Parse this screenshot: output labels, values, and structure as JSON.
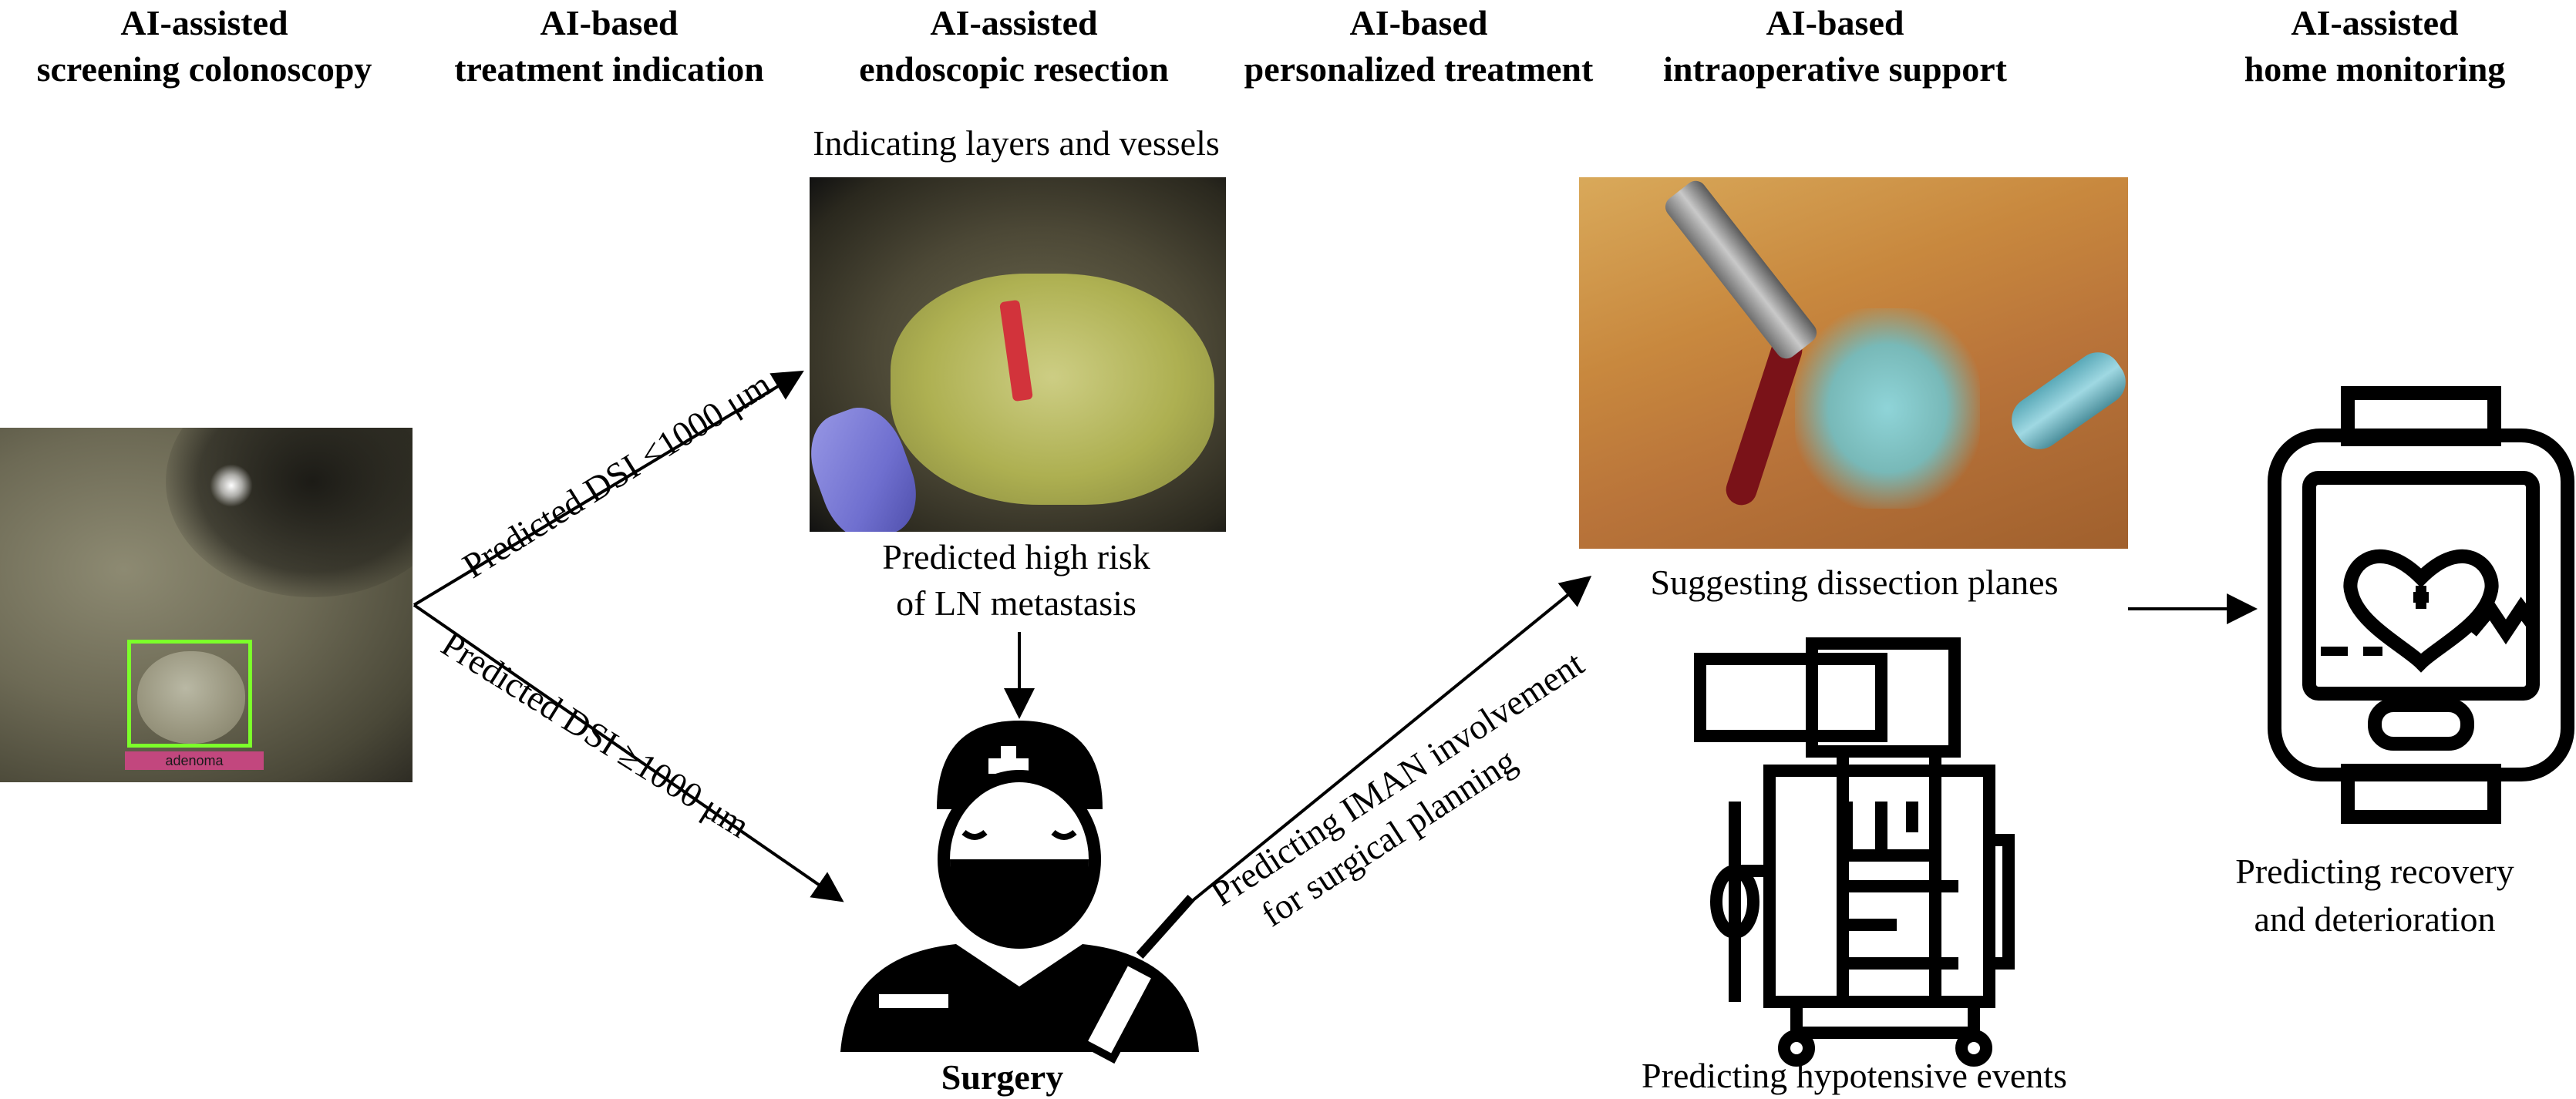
{
  "headers": [
    {
      "line1": "AI-assisted",
      "line2": "screening colonoscopy"
    },
    {
      "line1": "AI-based",
      "line2": "treatment indication"
    },
    {
      "line1": "AI-assisted",
      "line2": "endoscopic resection"
    },
    {
      "line1": "AI-based",
      "line2": "personalized treatment"
    },
    {
      "line1": "AI-based",
      "line2": "intraoperative support"
    },
    {
      "line1": "AI-assisted",
      "line2": "home monitoring"
    }
  ],
  "colonoscopy": {
    "detection_label": "adenoma"
  },
  "edges": {
    "dsi_low": "Predicted DSI <1000 μm",
    "dsi_high": "Predicted DSI ≥1000 μm",
    "iman_line1": "Predicting IMAN involvement",
    "iman_line2": "for surgical planning"
  },
  "resection": {
    "top_caption": "Indicating layers and vessels",
    "risk_line1": "Predicted high risk",
    "risk_line2": "of LN metastasis"
  },
  "surgery": {
    "label": "Surgery"
  },
  "intraop": {
    "dissection_caption": "Suggesting dissection planes",
    "hypotension_caption": "Predicting hypotensive events"
  },
  "home": {
    "line1": "Predicting recovery",
    "line2": "and deterioration"
  }
}
